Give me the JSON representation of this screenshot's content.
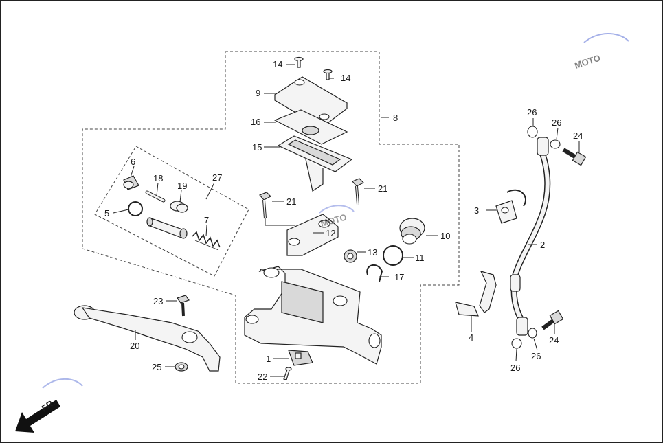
{
  "diagram": {
    "watermark_text": "MOTO",
    "front_arrow_text": "FR.",
    "part_labels": {
      "p1": "1",
      "p2": "2",
      "p3": "3",
      "p4": "4",
      "p5": "5",
      "p6": "6",
      "p7": "7",
      "p8": "8",
      "p9": "9",
      "p10": "10",
      "p11": "11",
      "p12": "12",
      "p13": "13",
      "p14a": "14",
      "p14b": "14",
      "p15": "15",
      "p16": "16",
      "p17": "17",
      "p18": "18",
      "p19": "19",
      "p20": "20",
      "p21a": "21",
      "p21b": "21",
      "p22": "22",
      "p23": "23",
      "p24a": "24",
      "p24b": "24",
      "p25": "25",
      "p26a": "26",
      "p26b": "26",
      "p26c": "26",
      "p26d": "26",
      "p27": "27"
    },
    "colors": {
      "line": "#222222",
      "fill": "#f4f4f4",
      "watermark_red": "#cc2a2a",
      "watermark_blue": "#5a6fd6"
    }
  }
}
